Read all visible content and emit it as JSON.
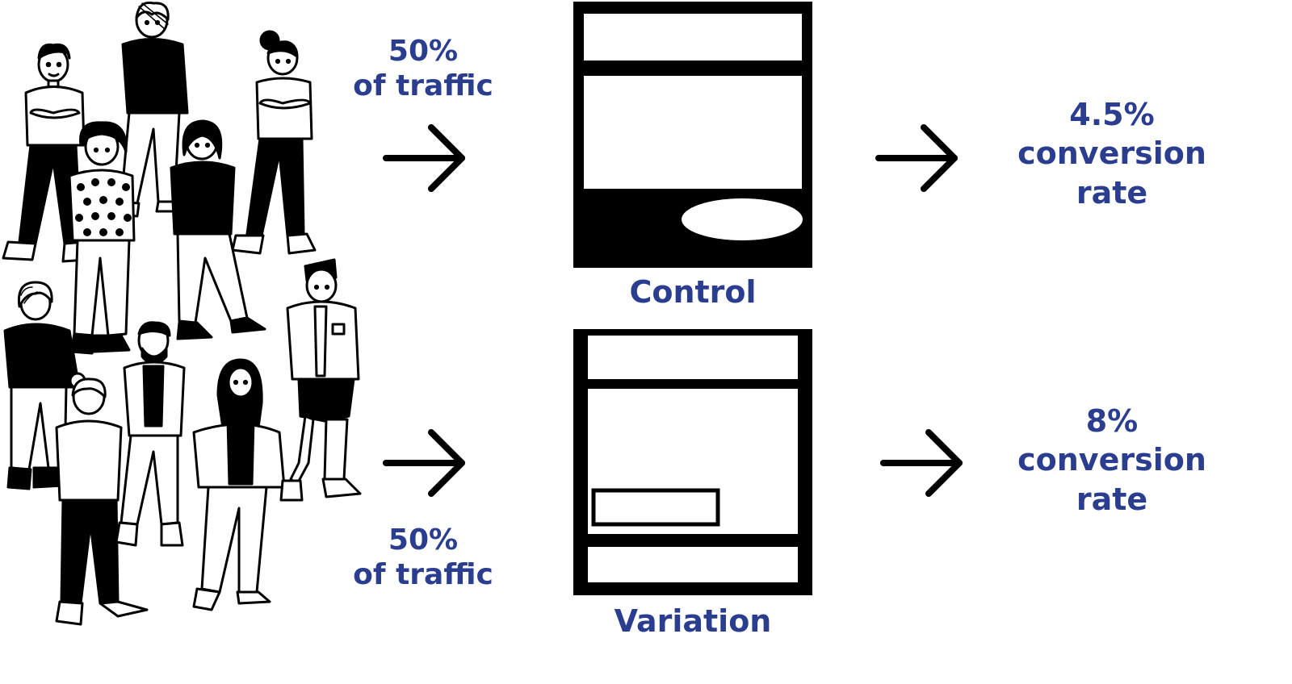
{
  "crowd": {
    "icon": "crowd-of-people-illustration"
  },
  "top_branch": {
    "traffic_percent": "50%",
    "traffic_label": "of traffic",
    "page_name": "Control",
    "result_value": "4.5%",
    "result_line1": "conversion",
    "result_line2": "rate"
  },
  "bottom_branch": {
    "traffic_percent": "50%",
    "traffic_label": "of traffic",
    "page_name": "Variation",
    "result_value": "8%",
    "result_line1": "conversion",
    "result_line2": "rate"
  },
  "colors": {
    "accent": "#2a3d8f",
    "ink": "#000000",
    "background": "#ffffff"
  }
}
